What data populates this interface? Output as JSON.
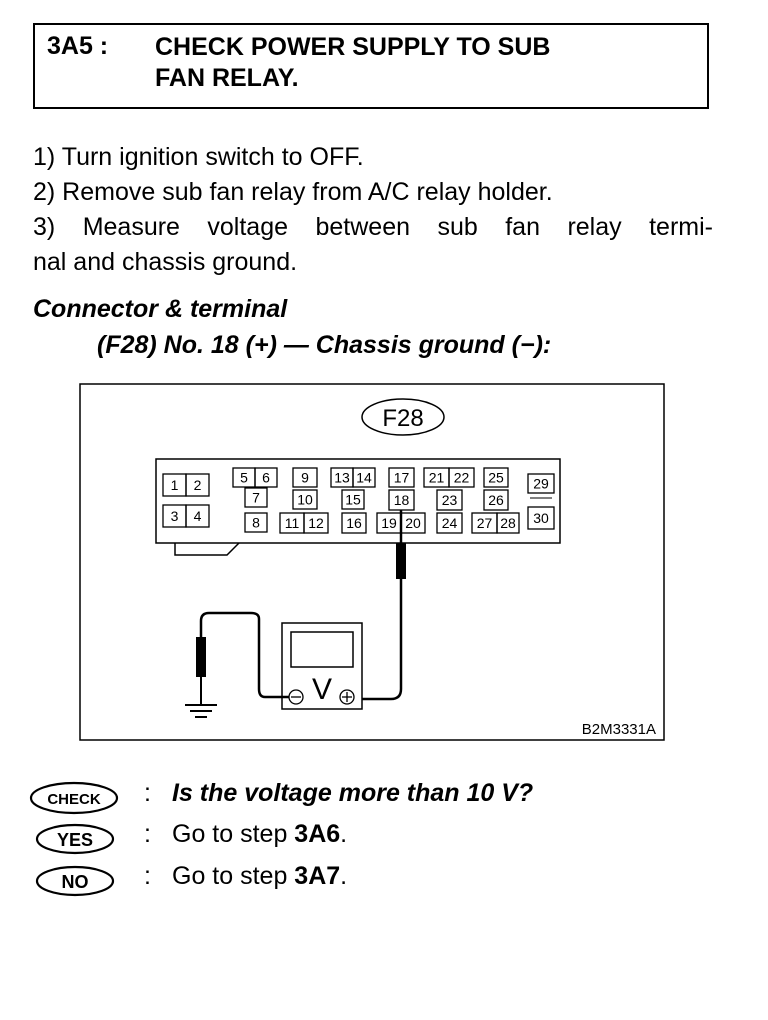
{
  "header": {
    "step_number": "3A5 :",
    "title_line1": "CHECK POWER SUPPLY TO SUB",
    "title_line2": "FAN RELAY."
  },
  "instructions": {
    "line1": "1) Turn ignition switch to OFF.",
    "line2": "2) Remove sub fan relay from A/C relay holder.",
    "line3_words": [
      "3)",
      "Measure",
      "voltage",
      "between",
      "sub",
      "fan",
      "relay",
      "termi-"
    ],
    "line4": "nal and chassis ground."
  },
  "connector": {
    "heading": "Connector & terminal",
    "spec": "(F28) No. 18 (+) — Chassis ground (−):"
  },
  "diagram": {
    "connector_label": "F28",
    "figure_code": "B2M3331A",
    "meter_symbol": "V",
    "terminals": [
      "1",
      "2",
      "3",
      "4",
      "5",
      "6",
      "7",
      "8",
      "9",
      "10",
      "11",
      "12",
      "13",
      "14",
      "15",
      "16",
      "17",
      "18",
      "19",
      "20",
      "21",
      "22",
      "23",
      "24",
      "25",
      "26",
      "27",
      "28",
      "29",
      "30"
    ]
  },
  "qa": {
    "check_badge": "CHECK",
    "check_text": "Is the voltage more than 10 V?",
    "yes_badge": "YES",
    "yes_prefix": "Go to step ",
    "yes_step": "3A6",
    "yes_suffix": ".",
    "no_badge": "NO",
    "no_prefix": "Go to step ",
    "no_step": "3A7",
    "no_suffix": ".",
    "colon": ":"
  }
}
